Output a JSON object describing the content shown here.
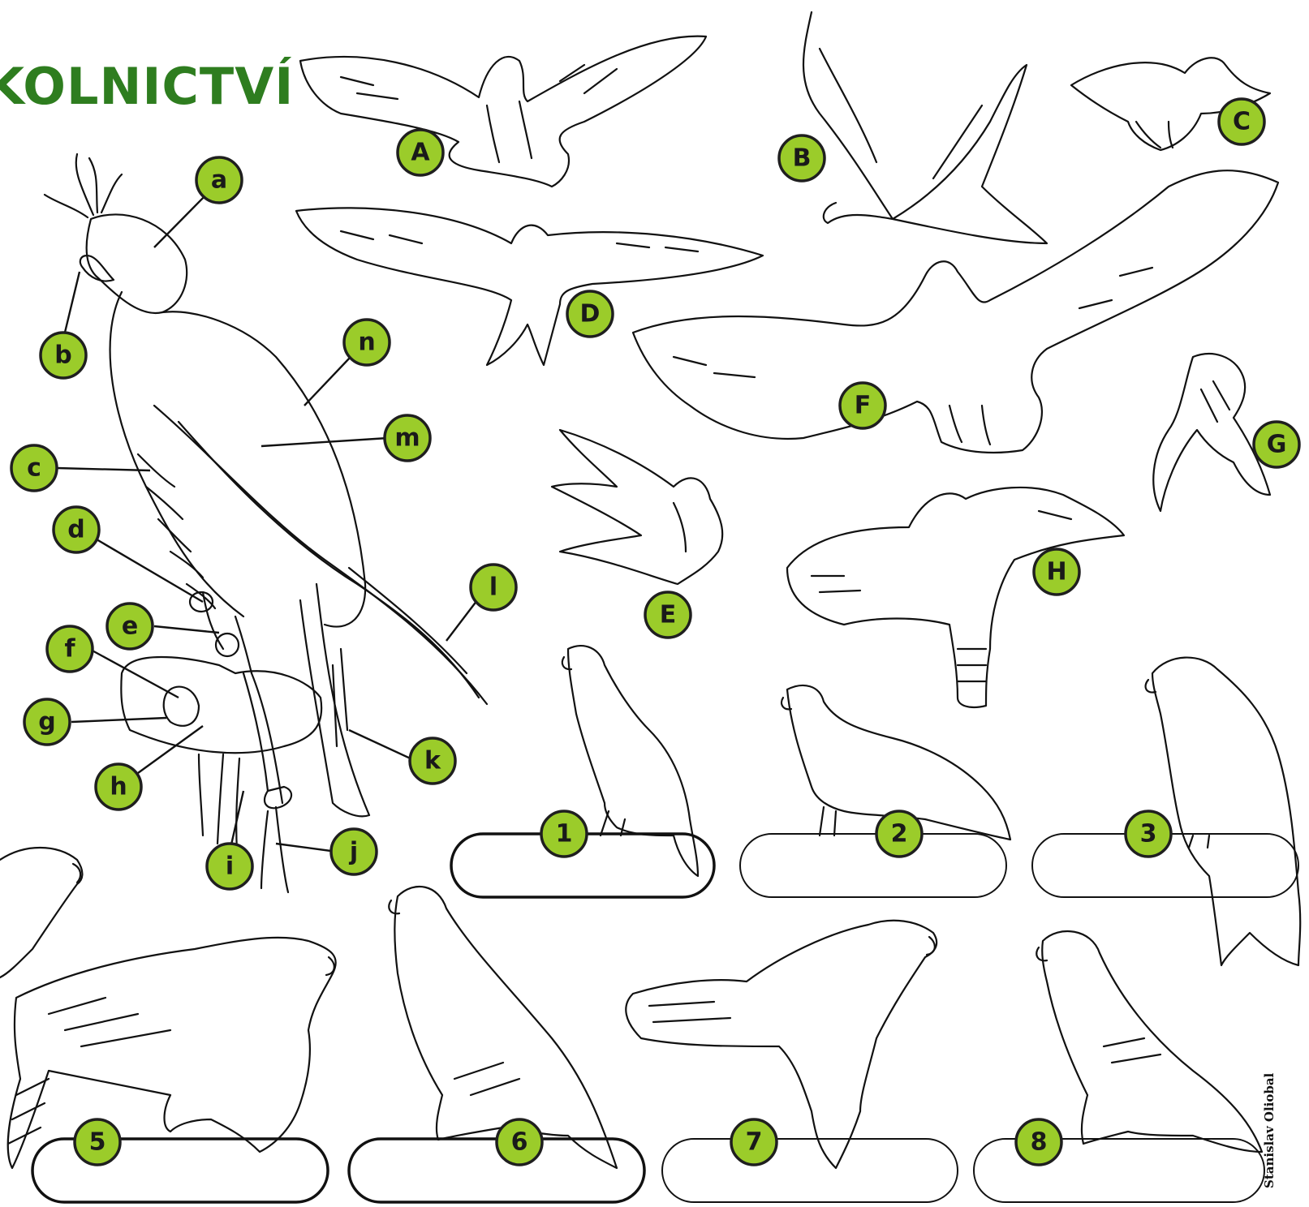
{
  "title": "KOLNICTVÍ",
  "credit": "Stanislav Oliobal",
  "colors": {
    "badge_fill": "#9bcc2a",
    "badge_stroke": "#1f1f1f",
    "title_green": "#2e7d1f",
    "line": "#111111"
  },
  "anatomy_labels": [
    "a",
    "b",
    "c",
    "d",
    "e",
    "f",
    "g",
    "h",
    "i",
    "j",
    "k",
    "l",
    "m",
    "n"
  ],
  "flight_labels": [
    "A",
    "B",
    "C",
    "D",
    "E",
    "F",
    "G",
    "H"
  ],
  "perched_labels": [
    "1",
    "2",
    "3",
    "5",
    "6",
    "7",
    "8"
  ]
}
